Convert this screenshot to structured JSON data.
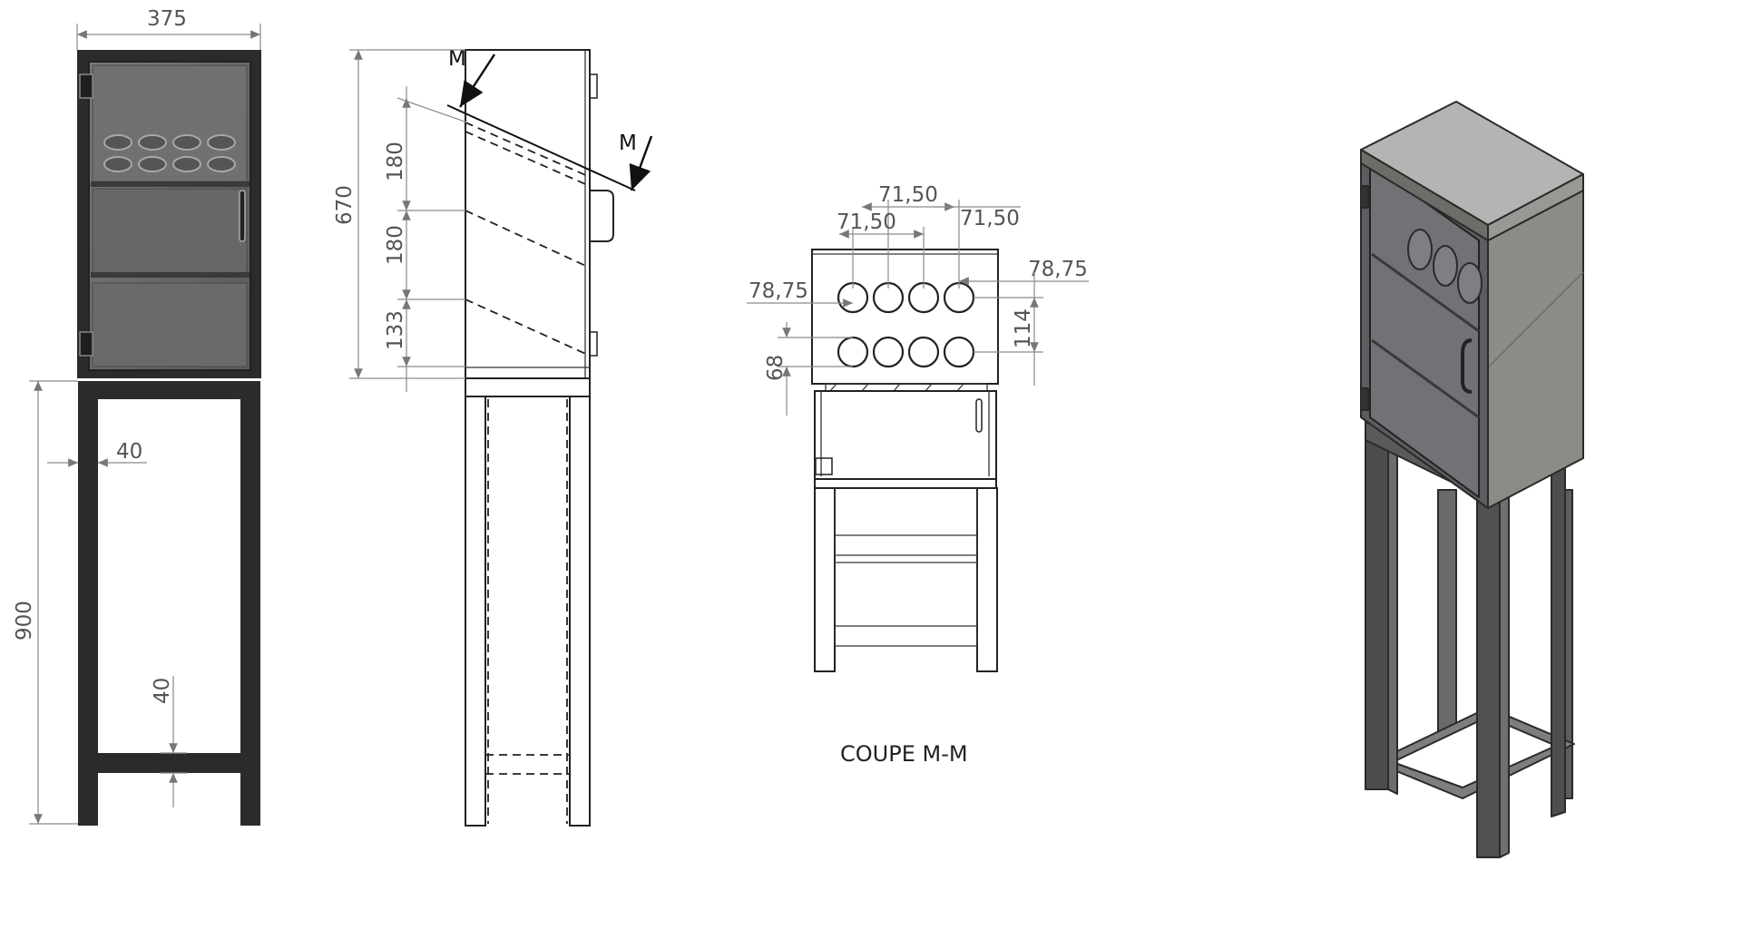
{
  "front_view": {
    "width_label": "375",
    "base_height_label": "900",
    "leg_width_label": "40",
    "rail_height_label": "40"
  },
  "side_view": {
    "total_height_label": "670",
    "spacing_top_label": "180",
    "spacing_mid_label": "180",
    "spacing_bottom_label": "133",
    "section_marker_top": "M",
    "section_marker_right": "M"
  },
  "section_view": {
    "caption": "COUPE M-M",
    "pitch_top_label": "71,50",
    "pitch_left_label": "71,50",
    "pitch_right_label": "71,50",
    "left_offset_label": "78,75",
    "right_offset_label": "78,75",
    "row_spacing_label": "114",
    "hole_height_label": "68"
  },
  "colors": {
    "cabinet_dark": "#2b2b2b",
    "glass": "#6e6e70",
    "iso_top": "#b5b4b2",
    "iso_side": "#8d8b88",
    "iso_front": "#5c5d60",
    "dim_text": "#555555"
  },
  "icons": {
    "section_arrow": "arrow-icon",
    "hinge": "hinge-icon",
    "handle": "handle-icon"
  }
}
